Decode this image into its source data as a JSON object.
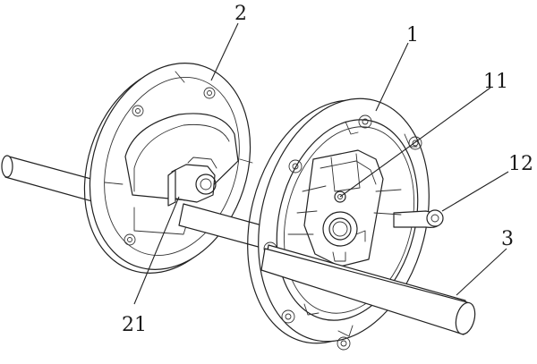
{
  "figure": {
    "labels": {
      "plate_2": "2",
      "plate_1": "1",
      "part_11": "11",
      "part_12": "12",
      "shaft_3": "3",
      "part_21": "21"
    }
  }
}
